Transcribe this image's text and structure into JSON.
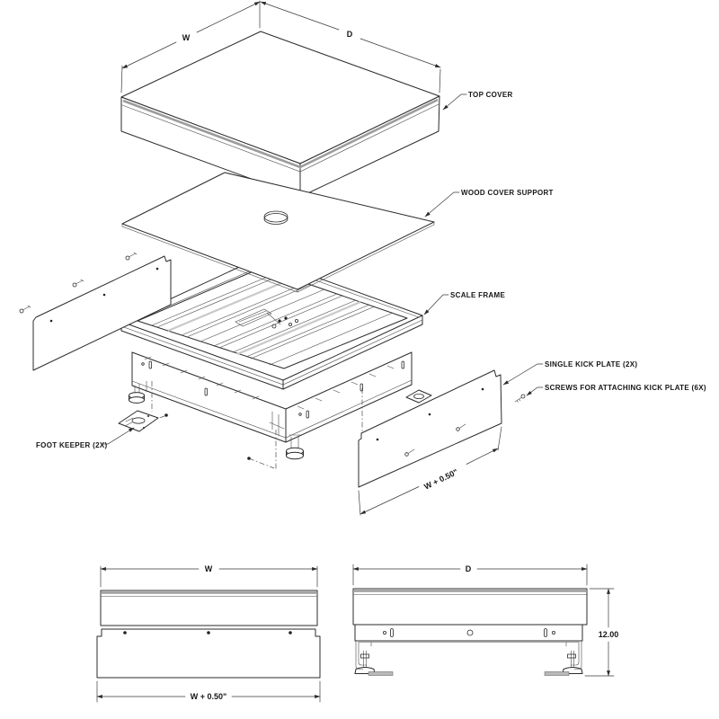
{
  "drawing": {
    "callouts": {
      "top_cover": "TOP COVER",
      "wood_cover_support": "WOOD COVER SUPPORT",
      "scale_frame": "SCALE FRAME",
      "single_kick_plate": "SINGLE KICK PLATE (2X)",
      "kick_plate_screws": "SCREWS FOR ATTACHING KICK PLATE (6X)",
      "foot_keeper": "FOOT KEEPER (2X)"
    },
    "dimensions": {
      "width": "W",
      "depth": "D",
      "width_plus": "W + 0.50\"",
      "height": "12.00"
    }
  }
}
